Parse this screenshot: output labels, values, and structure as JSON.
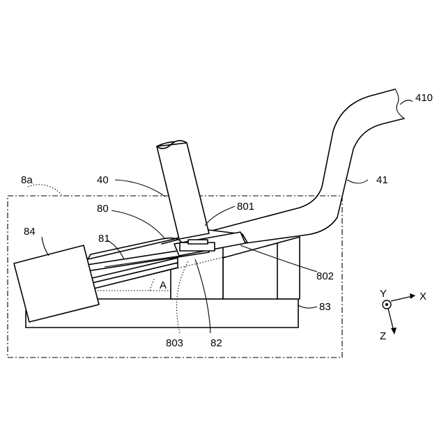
{
  "labels": {
    "l410": "410",
    "l41": "41",
    "l40": "40",
    "l8a": "8a",
    "l80": "80",
    "l801": "801",
    "l84": "84",
    "l81": "81",
    "l802": "802",
    "lA": "A",
    "l83": "83",
    "l803": "803",
    "l82": "82"
  },
  "axes": {
    "y": "Y",
    "x": "X",
    "z": "Z"
  }
}
